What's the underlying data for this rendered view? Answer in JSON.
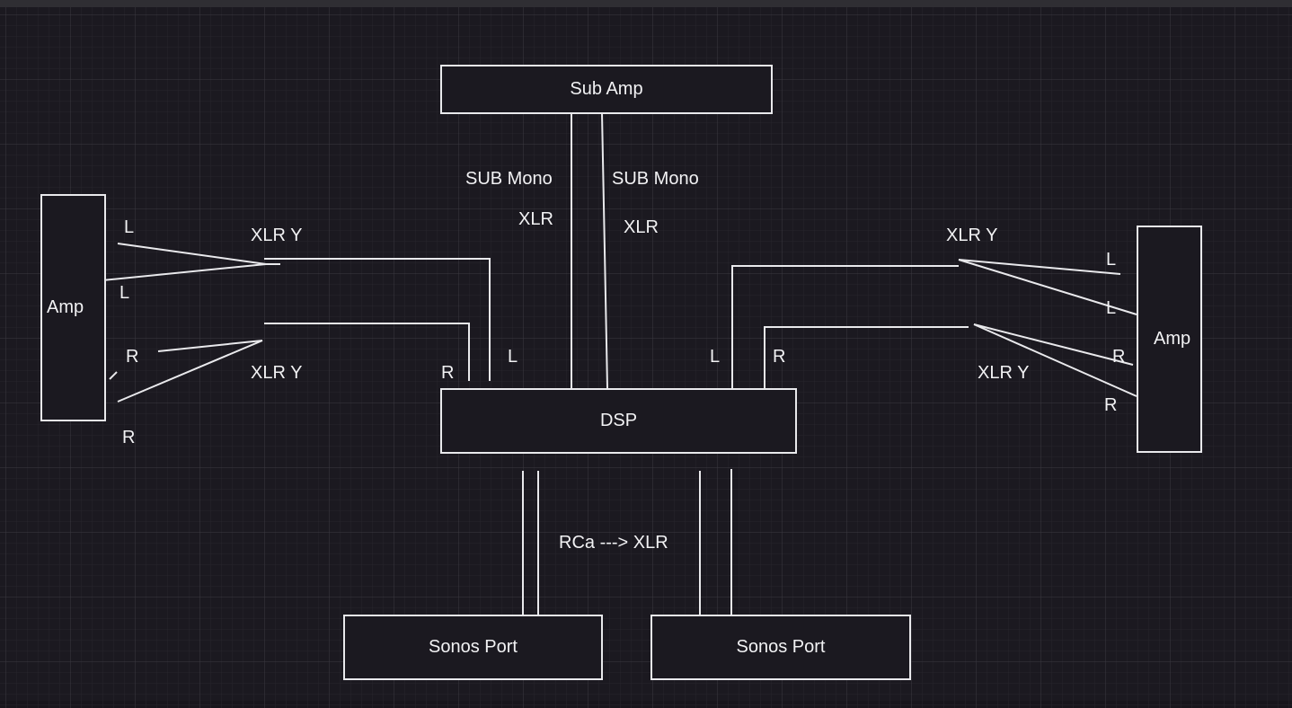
{
  "nodes": {
    "sub_amp": "Sub Amp",
    "dsp": "DSP",
    "amp_left": "Amp",
    "amp_right": "Amp",
    "sonos_port_left": "Sonos Port",
    "sonos_port_right": "Sonos Port"
  },
  "labels": {
    "sub_mono_left": "SUB Mono",
    "sub_mono_right": "SUB Mono",
    "xlr_sub_left": "XLR",
    "xlr_sub_right": "XLR",
    "xlr_y_left_top": "XLR Y",
    "xlr_y_left_bottom": "XLR Y",
    "xlr_y_right_top": "XLR Y",
    "xlr_y_right_bottom": "XLR Y",
    "left_amp_l1": "L",
    "left_amp_l2": "L",
    "left_amp_r1": "R",
    "left_amp_r2": "R",
    "dsp_r_left": "R",
    "dsp_l_left": "L",
    "dsp_l_right": "L",
    "dsp_r_right": "R",
    "right_amp_l1": "L",
    "right_amp_l2": "L",
    "right_amp_r1": "R",
    "right_amp_r2": "R",
    "rca_xlr": "RCa ---> XLR"
  },
  "colors": {
    "background": "#1b1920",
    "grid": "#34323a",
    "stroke": "#e9e9ec",
    "text": "#f2f2f4"
  }
}
